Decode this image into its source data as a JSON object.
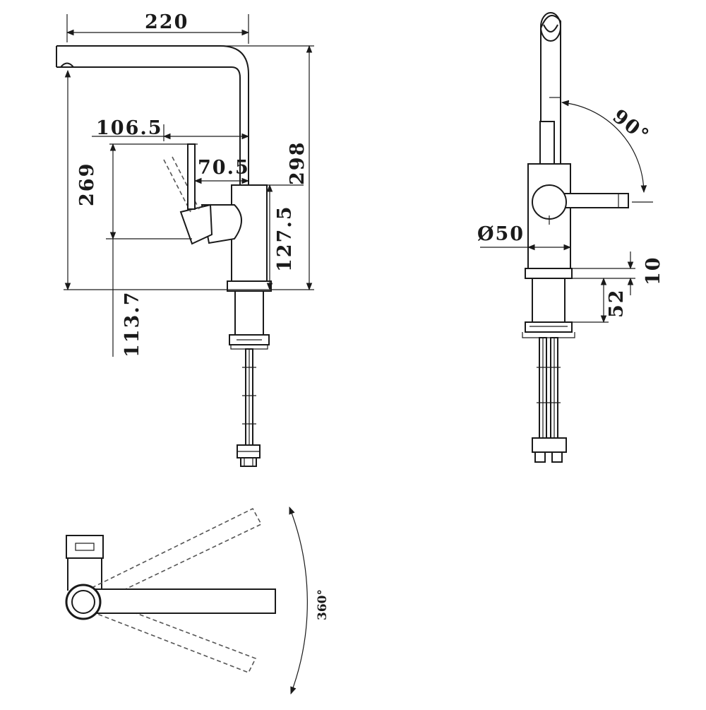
{
  "front_view": {
    "dim_spout_reach": "220",
    "dim_height_total": "298",
    "dim_height_spout": "269",
    "dim_lever_offset": "106.5",
    "dim_body_offset": "70.5",
    "dim_body_height": "127.5",
    "dim_shank_length": "113.7"
  },
  "side_view": {
    "dim_lever_angle": "90°",
    "dim_body_diameter": "Ø50",
    "dim_base_ring": "10",
    "dim_base_height": "52"
  },
  "top_view": {
    "dim_rotation": "360°"
  },
  "colors": {
    "line": "#1a1a1a",
    "dashed": "#555555",
    "background": "#ffffff"
  }
}
